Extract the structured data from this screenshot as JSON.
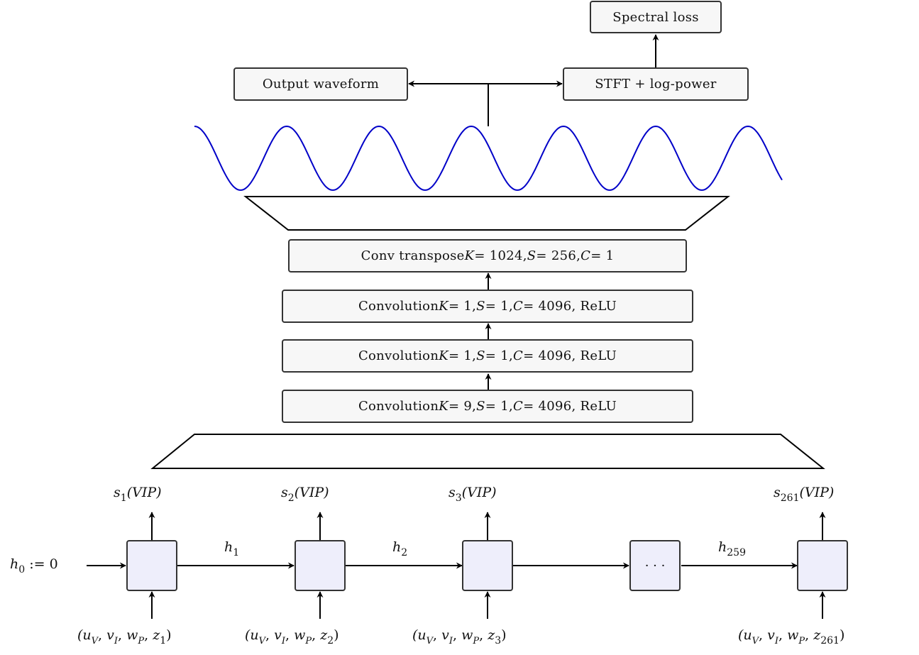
{
  "top": {
    "spectral_loss": "Spectral loss",
    "stft": "STFT + log-power",
    "output_waveform": "Output waveform"
  },
  "layers": {
    "conv_transpose": {
      "prefix": "Conv transpose ",
      "k": "K",
      "k_val": " = 1024, ",
      "s": "S",
      "s_val": " = 256, ",
      "c": "C",
      "c_val": " = 1"
    },
    "conv3": {
      "prefix": "Convolution ",
      "k": "K",
      "k_val": " = 1, ",
      "s": "S",
      "s_val": " = 1, ",
      "c": "C",
      "c_val": " = 4096, ReLU"
    },
    "conv2": {
      "prefix": "Convolution ",
      "k": "K",
      "k_val": " = 1, ",
      "s": "S",
      "s_val": " = 1, ",
      "c": "C",
      "c_val": " = 4096, ReLU"
    },
    "conv1": {
      "prefix": "Convolution ",
      "k": "K",
      "k_val": " = 9, ",
      "s": "S",
      "s_val": " = 1, ",
      "c": "C",
      "c_val": " = 4096, ReLU"
    }
  },
  "rnn": {
    "h0": {
      "var": "h",
      "sub": "0",
      "rest": " := 0"
    },
    "ellipsis": "· · ·",
    "hidden": [
      {
        "var": "h",
        "sub": "1"
      },
      {
        "var": "h",
        "sub": "2"
      },
      {
        "var": "h",
        "sub": "259"
      }
    ],
    "outputs": [
      {
        "var": "s",
        "sub": "1",
        "rest": "(VIP)"
      },
      {
        "var": "s",
        "sub": "2",
        "rest": "(VIP)"
      },
      {
        "var": "s",
        "sub": "3",
        "rest": "(VIP)"
      },
      {
        "var": "s",
        "sub": "261",
        "rest": "(VIP)"
      }
    ],
    "inputs": [
      {
        "open": "(u",
        "u": "V",
        "v": "v",
        "vs": "I",
        "w": "w",
        "ws": "P",
        "z": "z",
        "zs": "1",
        "close": ")"
      },
      {
        "open": "(u",
        "u": "V",
        "v": "v",
        "vs": "I",
        "w": "w",
        "ws": "P",
        "z": "z",
        "zs": "2",
        "close": ")"
      },
      {
        "open": "(u",
        "u": "V",
        "v": "v",
        "vs": "I",
        "w": "w",
        "ws": "P",
        "z": "z",
        "zs": "3",
        "close": ")"
      },
      {
        "open": "(u",
        "u": "V",
        "v": "v",
        "vs": "I",
        "w": "w",
        "ws": "P",
        "z": "z",
        "zs": "261",
        "close": ")"
      }
    ]
  },
  "colors": {
    "waveform": "#0000c8",
    "cell_fill": "#eeeefb",
    "box_fill": "#f7f7f7",
    "stroke": "#000000"
  }
}
